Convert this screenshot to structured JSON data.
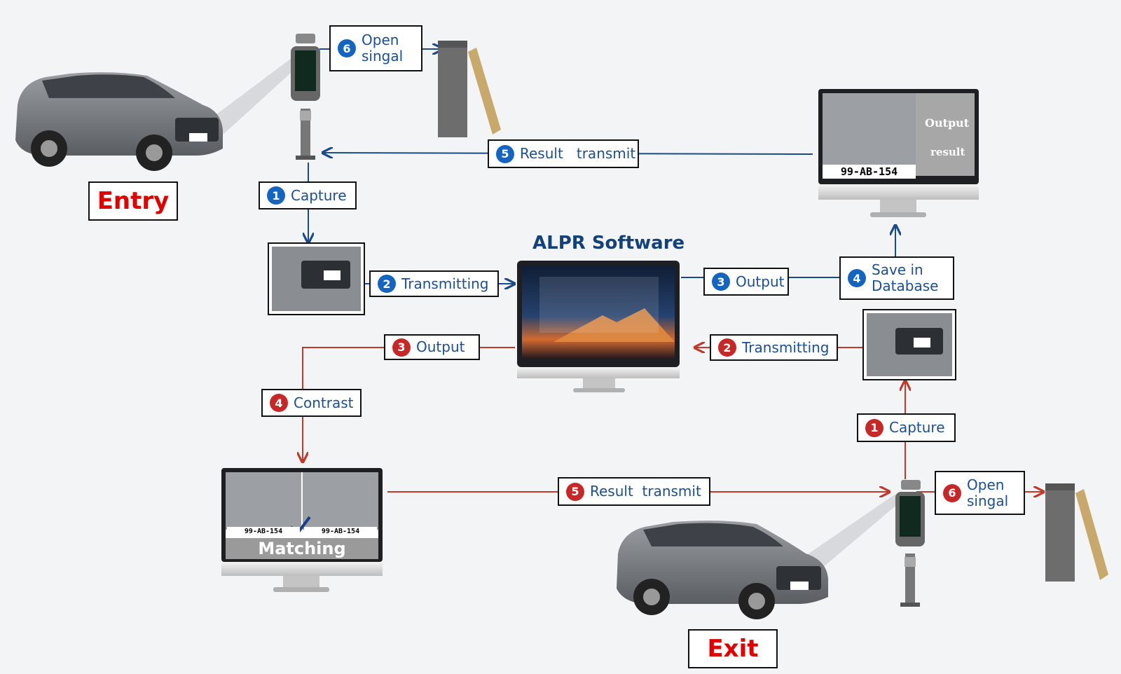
{
  "labels": {
    "entry": "Entry",
    "exit": "Exit",
    "software_title": "ALPR Software"
  },
  "entry_flow": {
    "capture": {
      "num": "1",
      "text": "Capture"
    },
    "transmitting": {
      "num": "2",
      "text": "Transmitting"
    },
    "output": {
      "num": "3",
      "text": "Output"
    },
    "save_line1": "Save in",
    "save_line2": "Database",
    "save_num": "4",
    "result_transmit": {
      "num": "5",
      "text": "Result   transmit"
    },
    "open_line1": "Open",
    "open_line2": "singal",
    "open_num": "6"
  },
  "exit_flow": {
    "capture": {
      "num": "1",
      "text": "Capture"
    },
    "transmitting": {
      "num": "2",
      "text": "Transmitting"
    },
    "output": {
      "num": "3",
      "text": "Output"
    },
    "contrast": {
      "num": "4",
      "text": "Contrast"
    },
    "result_transmit": {
      "num": "5",
      "text": "Result  transmit"
    },
    "open_line1": "Open",
    "open_line2": "singal",
    "open_num": "6"
  },
  "output_monitor": {
    "line1": "Output",
    "line2": "result",
    "plate": "99-AB-154"
  },
  "matching_monitor": {
    "label": "Matching",
    "plate_left": "99-AB-154",
    "plate_right": "99-AB-154"
  },
  "colors": {
    "blue_flow": "#1a4a8a",
    "red_flow": "#c0392b",
    "label_text": "#1b4f8f",
    "big_label_text": "#e00000"
  }
}
